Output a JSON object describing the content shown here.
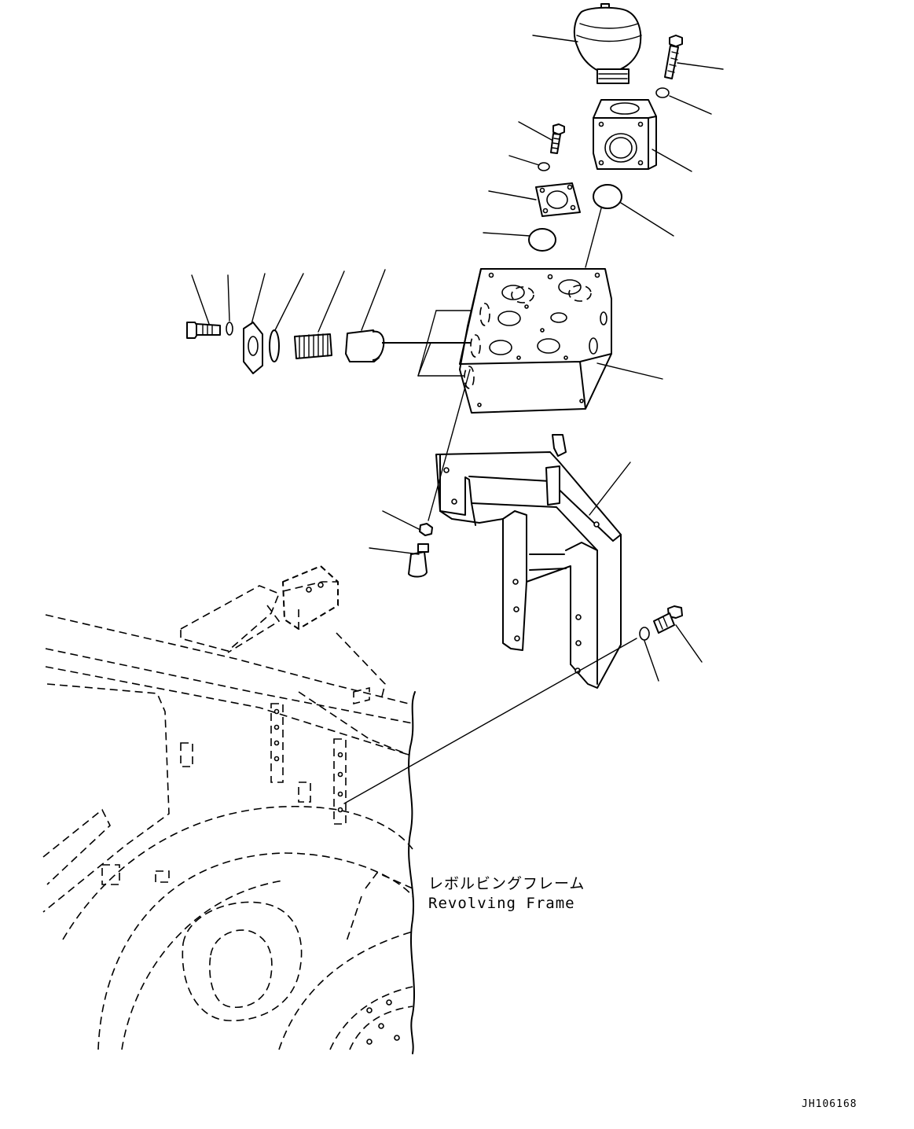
{
  "diagram": {
    "frame_label_ja": "レボルビングフレーム",
    "frame_label_en": "Revolving Frame",
    "drawing_code": "JH106168"
  }
}
